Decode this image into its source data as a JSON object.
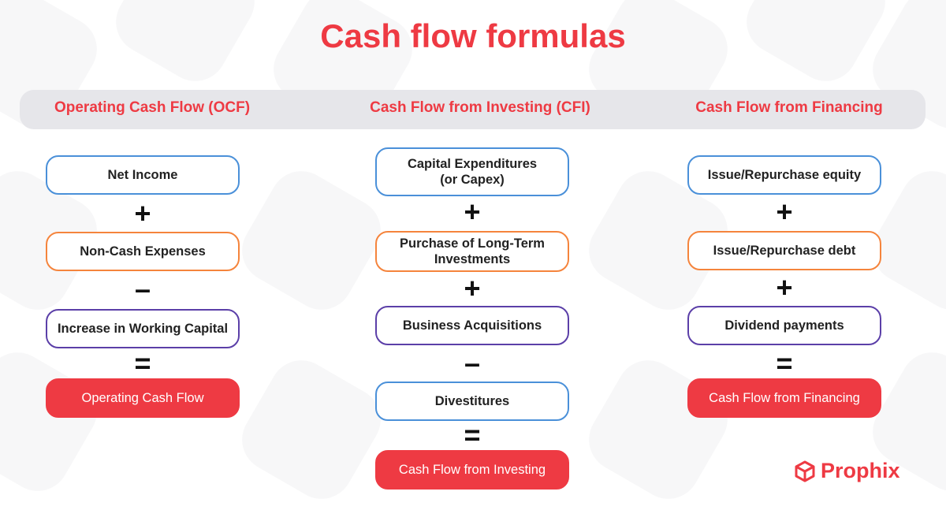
{
  "title": "Cash flow formulas",
  "colors": {
    "accent": "#ee3a43",
    "blue": "#4a90d9",
    "orange": "#f5843c",
    "purple": "#5b3fa8",
    "header_bg": "#e6e6ea"
  },
  "columns": [
    {
      "heading": "Operating Cash Flow (OCF)",
      "items": [
        "Net Income",
        "Non-Cash Expenses",
        "Increase in Working Capital"
      ],
      "operators": [
        "+",
        "–",
        "="
      ],
      "result": "Operating Cash Flow"
    },
    {
      "heading": "Cash Flow from Investing (CFI)",
      "items": [
        "Capital Expenditures (or Capex)",
        "Purchase of Long-Term Investments",
        "Business Acquisitions",
        "Divestitures"
      ],
      "operators": [
        "+",
        "+",
        "–",
        "="
      ],
      "result": "Cash Flow from Investing"
    },
    {
      "heading": "Cash Flow from Financing",
      "items": [
        "Issue/Repurchase equity",
        "Issue/Repurchase debt",
        "Dividend payments"
      ],
      "operators": [
        "+",
        "+",
        "="
      ],
      "result": "Cash Flow from Financing"
    }
  ],
  "logo": {
    "text": "Prophix",
    "icon": "cube-icon"
  }
}
